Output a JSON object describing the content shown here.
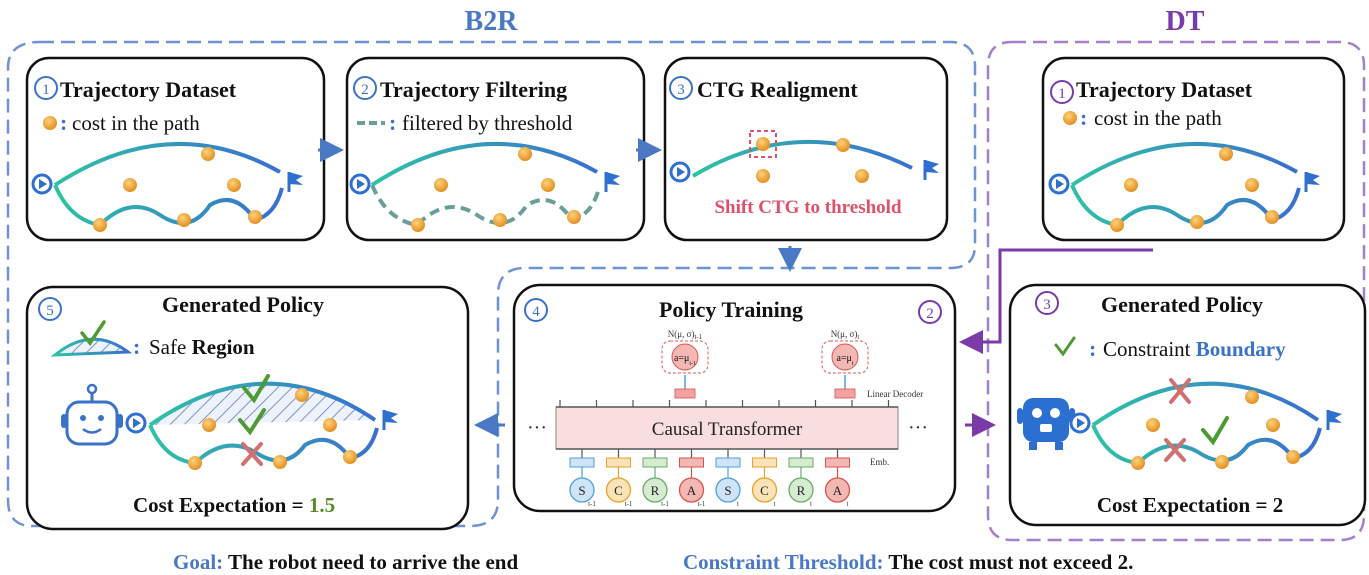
{
  "colors": {
    "b2r": "#4a78c4",
    "dt": "#7a3aa8",
    "red_text": "#e0506a",
    "green_value": "#5a8a2a",
    "coin": "#e8a22c",
    "path_teal": "#3bb9a8",
    "path_blue": "#3a72c8",
    "goal_flag": "#2f6fd0"
  },
  "headers": {
    "b2r": "B2R",
    "dt": "DT"
  },
  "panels": {
    "dataset": {
      "num": "①",
      "title": "Trajectory Dataset",
      "legend": "cost in the path",
      "legend_sep": ":"
    },
    "filtering": {
      "num": "②",
      "title": "Trajectory Filtering",
      "legend": "filtered by threshold",
      "legend_sep": ":"
    },
    "realign": {
      "num": "③",
      "title": "CTG Realigment",
      "caption": "Shift CTG to threshold"
    },
    "dt_dataset": {
      "num": "①",
      "title": "Trajectory Dataset",
      "legend": "cost in the path",
      "legend_sep": ":"
    },
    "b2r_policy": {
      "num": "⑤",
      "title": "Generated Policy",
      "legend_a": "Safe ",
      "legend_b": "Region",
      "legend_sep": ":",
      "cost_label": "Cost Expectation = ",
      "cost_value": "1.5"
    },
    "training": {
      "num_left": "④",
      "num_right": "②",
      "title": "Policy Training",
      "transformer": "Causal Transformer",
      "linear_decoder": "Linear Decoder",
      "emb": "Emb.",
      "dots": "···",
      "dist_left": "N(μ, σ)",
      "dist_left_sub": "t-1",
      "dist_right": "N(μ, σ)",
      "dist_right_sub": "t",
      "action_left": "a=μ",
      "action_left_sub": "t-1",
      "action_right": "a=μ",
      "action_right_sub": "t",
      "tokens": [
        {
          "letter": "S",
          "sub": "t-1",
          "color": "#4f9fe0",
          "fill": "#cfe4f7"
        },
        {
          "letter": "C",
          "sub": "t-1",
          "color": "#e8a22c",
          "fill": "#fbe3b8"
        },
        {
          "letter": "R",
          "sub": "t-1",
          "color": "#6aaa6a",
          "fill": "#d6ecd0"
        },
        {
          "letter": "A",
          "sub": "t-1",
          "color": "#d9534f",
          "fill": "#f4b8b4"
        },
        {
          "letter": "S",
          "sub": "t",
          "color": "#4f9fe0",
          "fill": "#cfe4f7"
        },
        {
          "letter": "C",
          "sub": "t",
          "color": "#e8a22c",
          "fill": "#fbe3b8"
        },
        {
          "letter": "R",
          "sub": "t",
          "color": "#6aaa6a",
          "fill": "#d6ecd0"
        },
        {
          "letter": "A",
          "sub": "t",
          "color": "#d9534f",
          "fill": "#f4b8b4"
        }
      ]
    },
    "dt_policy": {
      "num": "③",
      "title": "Generated Policy",
      "legend_a": "Constraint ",
      "legend_b": "Boundary",
      "cost_label": "Cost Expectation = 2"
    }
  },
  "footer": {
    "goal_key": "Goal:",
    "goal_text": " The robot need to arrive the end",
    "threshold_key": "Constraint Threshold:",
    "threshold_text": " The cost must not exceed 2."
  },
  "icons": {
    "coin": "coin-icon",
    "start": "start-play-icon",
    "goal": "goal-flag-icon",
    "check": "check-icon",
    "cross": "cross-icon",
    "robot_b2r": "robot-face-icon",
    "robot_dt": "robot-block-icon"
  }
}
